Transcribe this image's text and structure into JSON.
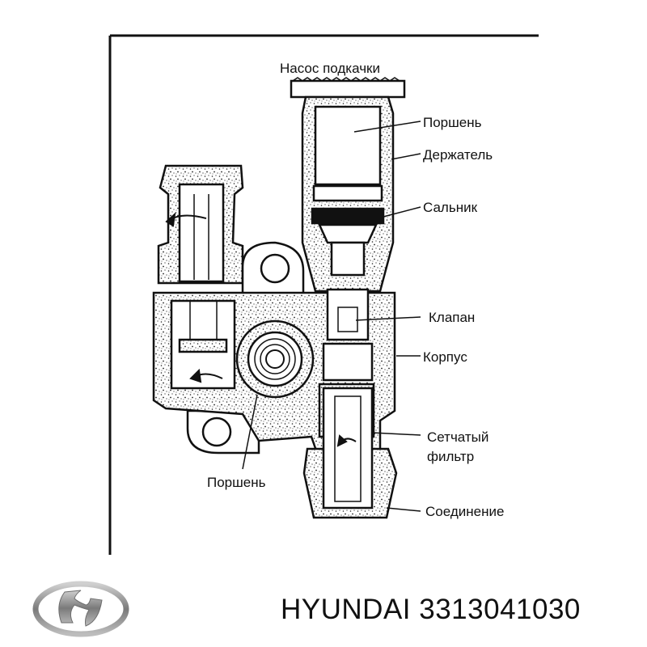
{
  "labels": {
    "pump": "Насос подкачки",
    "piston_top": "Поршень",
    "holder": "Держатель",
    "seal": "Сальник",
    "valve": "Клапан",
    "body": "Корпус",
    "filter_line1": "Сетчатый",
    "filter_line2": "фильтр",
    "piston_bottom": "Поршень",
    "connection": "Соединение"
  },
  "brand": {
    "text": "HYUNDAI 3313041030",
    "logo_icon": "hyundai-logo-icon"
  }
}
